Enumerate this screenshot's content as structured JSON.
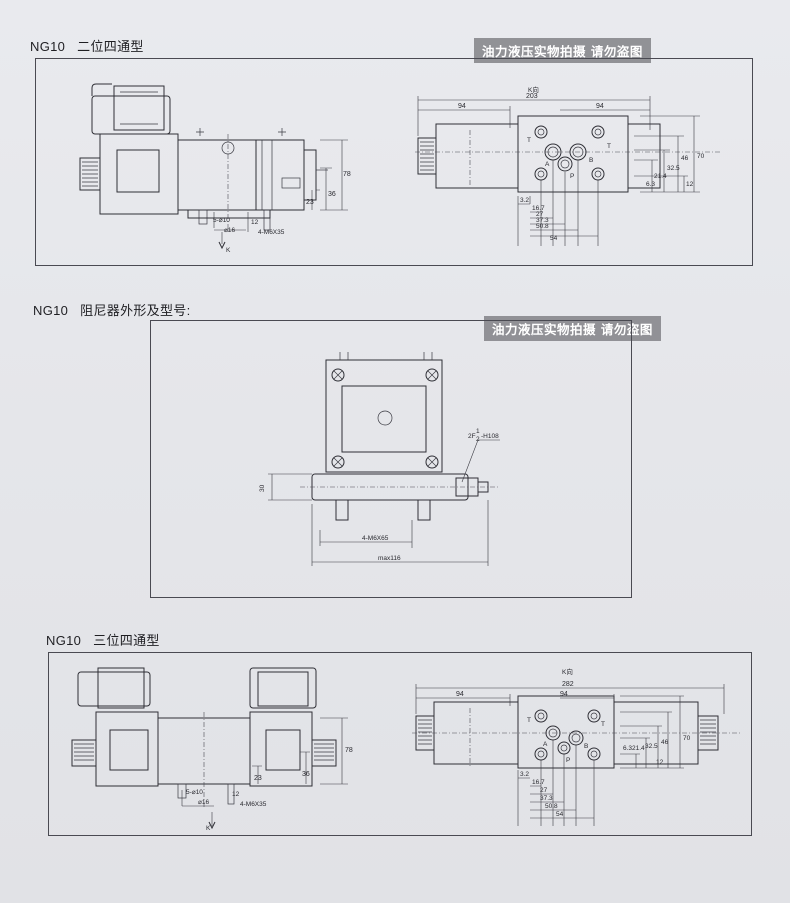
{
  "sections": [
    {
      "model": "NG10",
      "title": "二位四通型",
      "side_view": {
        "dims": {
          "width_total": "78",
          "height_body": "36",
          "lower": "23",
          "screw_dia": "5-⌀10",
          "screw_dia2": "⌀16",
          "h12": "12",
          "thread": "4-M6X35",
          "view": "K"
        }
      },
      "top_view": {
        "label": "K向",
        "dims": {
          "overall": "203",
          "left": "94",
          "right": "94",
          "v1": "21.4",
          "v2": "32.5",
          "v3": "46",
          "v4": "70",
          "v5": "12",
          "v6": "6.3",
          "b1": "3.2",
          "b2": "16.7",
          "b3": "27",
          "b4": "37.3",
          "b5": "50.8",
          "b6": "54"
        },
        "ports": {
          "t1": "T",
          "t2": "T",
          "a": "A",
          "b": "B",
          "p": "P"
        }
      }
    },
    {
      "model": "NG10",
      "title": "阻尼器外形及型号:",
      "damper": {
        "label_top": "2F",
        "label_sup": "1",
        "label_sub": "2",
        "label_rest": "-H108",
        "h30": "30",
        "thread": "4-M6X65",
        "max": "max116"
      }
    },
    {
      "model": "NG10",
      "title": "三位四通型",
      "side_view": {
        "dims": {
          "width_total": "78",
          "height_body": "36",
          "lower": "23",
          "screw_dia": "5-⌀10",
          "screw_dia2": "⌀16",
          "h12": "12",
          "thread": "4-M6X35",
          "view": "K"
        }
      },
      "top_view": {
        "label": "K向",
        "dims": {
          "overall": "282",
          "left": "94",
          "right": "94",
          "v1": "6.3",
          "v2": "21.4",
          "v3": "32.5",
          "v4": "46",
          "v5": "70",
          "v6": "12",
          "b1": "3.2",
          "b2": "16.7",
          "b3": "27",
          "b4": "37.3",
          "b5": "50.8",
          "b6": "54"
        },
        "ports": {
          "t1": "T",
          "t2": "T",
          "a": "A",
          "b": "B",
          "p": "P"
        }
      }
    }
  ],
  "watermarks": [
    "油力液压实物拍摄 请勿盗图",
    "油力液压实物拍摄 请勿盗图"
  ]
}
